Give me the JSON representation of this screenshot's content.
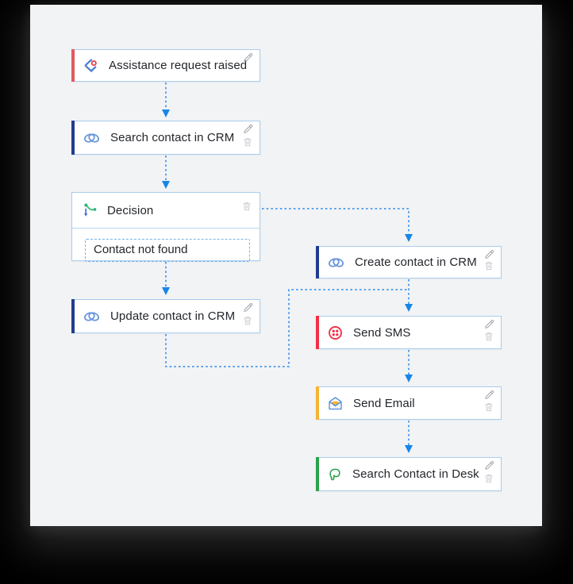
{
  "canvas": {
    "background": "#f2f3f5",
    "outer_background": "#000000",
    "wire_color": "#2187ea",
    "node_border_color": "#a9cdec"
  },
  "nodes": [
    {
      "id": "assistance",
      "label": "Assistance request raised",
      "icon": "assistance-trigger-icon",
      "accent": "#e4595f",
      "actions": [
        "edit"
      ]
    },
    {
      "id": "search-crm",
      "label": "Search contact in CRM",
      "icon": "zoho-crm-icon",
      "accent": "#223d8f",
      "actions": [
        "edit",
        "delete"
      ]
    },
    {
      "id": "decision",
      "label": "Decision",
      "icon": "decision-branch-icon",
      "accent": null,
      "actions": [
        "delete"
      ],
      "condition": "Contact not found"
    },
    {
      "id": "update-crm",
      "label": "Update contact in CRM",
      "icon": "zoho-crm-icon",
      "accent": "#223d8f",
      "actions": [
        "edit",
        "delete"
      ]
    },
    {
      "id": "create-crm",
      "label": "Create contact in CRM",
      "icon": "zoho-crm-icon",
      "accent": "#223d8f",
      "actions": [
        "edit",
        "delete"
      ]
    },
    {
      "id": "send-sms",
      "label": "Send SMS",
      "icon": "twilio-icon",
      "accent": "#f22f46",
      "actions": [
        "edit",
        "delete"
      ]
    },
    {
      "id": "send-email",
      "label": "Send Email",
      "icon": "mail-icon",
      "accent": "#f5b335",
      "actions": [
        "edit",
        "delete"
      ]
    },
    {
      "id": "search-desk",
      "label": "Search Contact in Desk",
      "icon": "zoho-desk-icon",
      "accent": "#2ba24c",
      "actions": [
        "edit",
        "delete"
      ]
    }
  ],
  "connectors": [
    {
      "from": "assistance",
      "to": "search-crm"
    },
    {
      "from": "search-crm",
      "to": "decision"
    },
    {
      "from": "decision",
      "to": "create-crm",
      "branch": "side"
    },
    {
      "from": "decision",
      "to": "update-crm",
      "branch": "condition-met"
    },
    {
      "from": "update-crm",
      "to": "send-sms"
    },
    {
      "from": "create-crm",
      "to": "send-sms"
    },
    {
      "from": "send-sms",
      "to": "send-email"
    },
    {
      "from": "send-email",
      "to": "search-desk"
    }
  ]
}
